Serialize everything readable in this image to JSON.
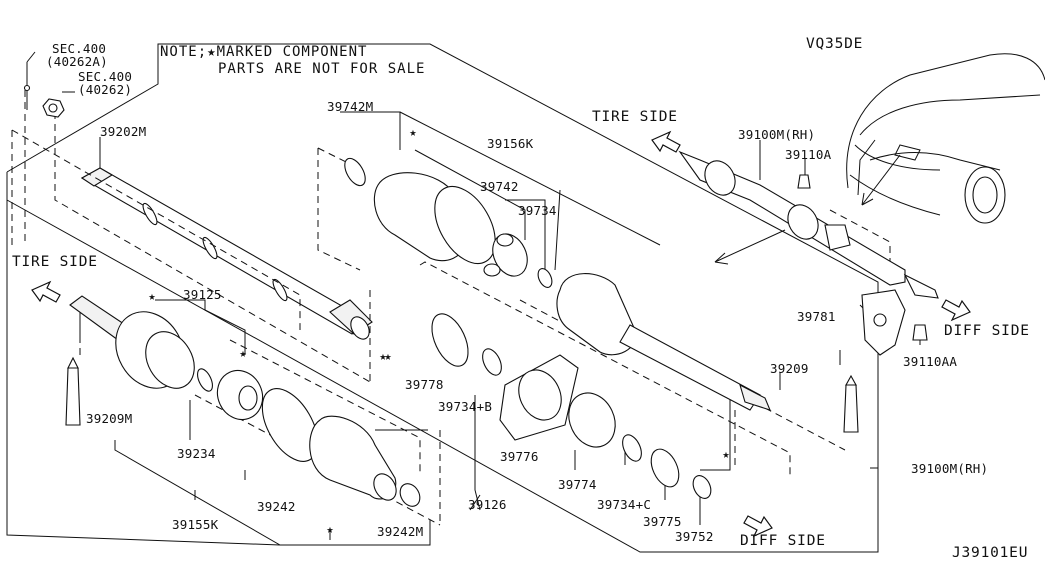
{
  "diagram": {
    "note_line1": "NOTE;★MARKED COMPONENT",
    "note_line2": "PARTS ARE NOT FOR SALE",
    "model_code": "VQ35DE",
    "drawing_number": "J39101EU"
  },
  "labels": [
    {
      "id": "sec400-a",
      "text": "SEC.400"
    },
    {
      "id": "sec400-a-ref",
      "text": "(40262A)"
    },
    {
      "id": "sec400-b",
      "text": "SEC.400"
    },
    {
      "id": "sec400-b-ref",
      "text": "(40262)"
    },
    {
      "id": "p39202m",
      "text": "39202M"
    },
    {
      "id": "tire-side-left",
      "text": "TIRE SIDE"
    },
    {
      "id": "p39125",
      "text": "39125"
    },
    {
      "id": "p39209m",
      "text": "39209M"
    },
    {
      "id": "p39234",
      "text": "39234"
    },
    {
      "id": "p39155k",
      "text": "39155K"
    },
    {
      "id": "p39242",
      "text": "39242"
    },
    {
      "id": "p39242m",
      "text": "39242M"
    },
    {
      "id": "p39742m",
      "text": "39742M"
    },
    {
      "id": "p39156k",
      "text": "39156K"
    },
    {
      "id": "p39742",
      "text": "39742"
    },
    {
      "id": "p39734",
      "text": "39734"
    },
    {
      "id": "p39778",
      "text": "39778"
    },
    {
      "id": "p39734b",
      "text": "39734+B"
    },
    {
      "id": "p39776",
      "text": "39776"
    },
    {
      "id": "p39126",
      "text": "39126"
    },
    {
      "id": "p39774",
      "text": "39774"
    },
    {
      "id": "p39734c",
      "text": "39734+C"
    },
    {
      "id": "p39775",
      "text": "39775"
    },
    {
      "id": "p39752",
      "text": "39752"
    },
    {
      "id": "diff-side-bottom",
      "text": "DIFF SIDE"
    },
    {
      "id": "p39209",
      "text": "39209"
    },
    {
      "id": "p39100m-rh-bottom",
      "text": "39100M(RH)"
    },
    {
      "id": "tire-side-right",
      "text": "TIRE SIDE"
    },
    {
      "id": "p39100m-rh-top",
      "text": "39100M(RH)"
    },
    {
      "id": "p39110a",
      "text": "39110A"
    },
    {
      "id": "p39781",
      "text": "39781"
    },
    {
      "id": "diff-side-right",
      "text": "DIFF SIDE"
    },
    {
      "id": "p39110aa",
      "text": "39110AA"
    }
  ],
  "markers": {
    "symbol": "★",
    "count": 7
  }
}
